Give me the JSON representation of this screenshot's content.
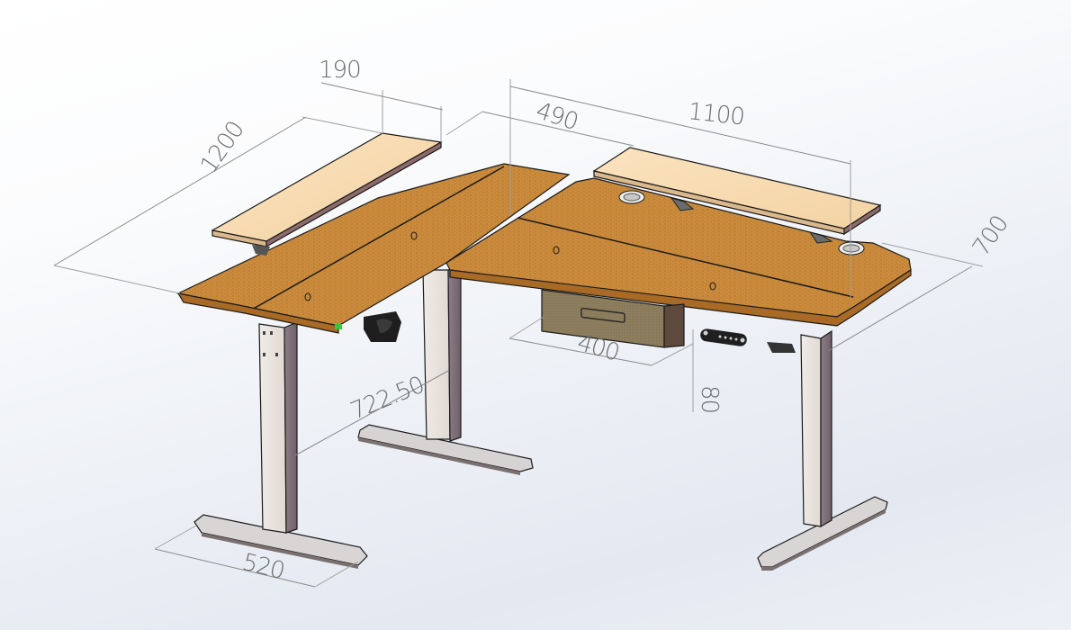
{
  "scene": {
    "subject": "L-shaped electric standing desk",
    "background_colors": [
      "#ffffff",
      "#e4e8f1"
    ],
    "colors": {
      "desktop_wood": "#c98a3c",
      "desktop_wood_dark": "#a86a25",
      "shelf_wood": "#f6d7aa",
      "leg_light": "#e8e2dc",
      "leg_dark": "#7c6b75",
      "drawer": "#8a7a5a",
      "control_panel": "#222222",
      "grommet": "#d8d8d8"
    }
  },
  "dimensions": {
    "shelf_depth": "190",
    "left_wing_length": "1200",
    "inner_offset": "490",
    "main_length": "1100",
    "main_depth": "700",
    "drawer_width": "400",
    "drawer_height": "80",
    "leg_spacing": "722.50",
    "foot_length": "520"
  },
  "components": {
    "left_shelf": "monitor-shelf",
    "right_shelf": "monitor-shelf",
    "drawer": "under-desk-drawer",
    "control_panel": "height-control-panel",
    "cup_holder": "cup-holder",
    "grommets": 2,
    "legs": 3
  }
}
